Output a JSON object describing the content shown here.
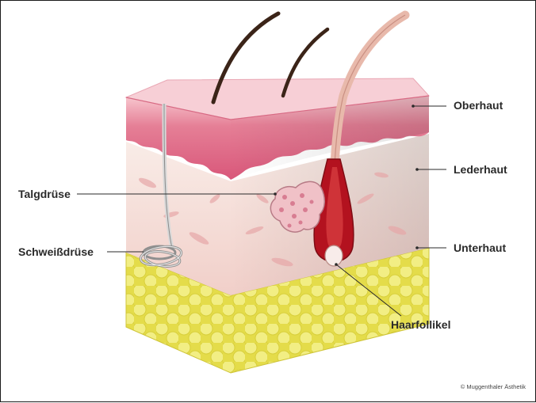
{
  "labels": {
    "oberhaut": "Oberhaut",
    "lederhaut": "Lederhaut",
    "unterhaut": "Unterhaut",
    "talgdruese": "Talgdrüse",
    "schweissdruese": "Schweißdrüse",
    "haarfollikel": "Haarfollikel"
  },
  "credit": "© Muggenthaler Ästhetik",
  "colors": {
    "epidermis": "#e3738c",
    "epidermis_top": "#f4b7c3",
    "dermis": "#f6e1dc",
    "subcutis": "#e8e25a",
    "fat_cell": "#f3ef86",
    "hair": "#3b2418",
    "follicle": "#b3121f"
  }
}
